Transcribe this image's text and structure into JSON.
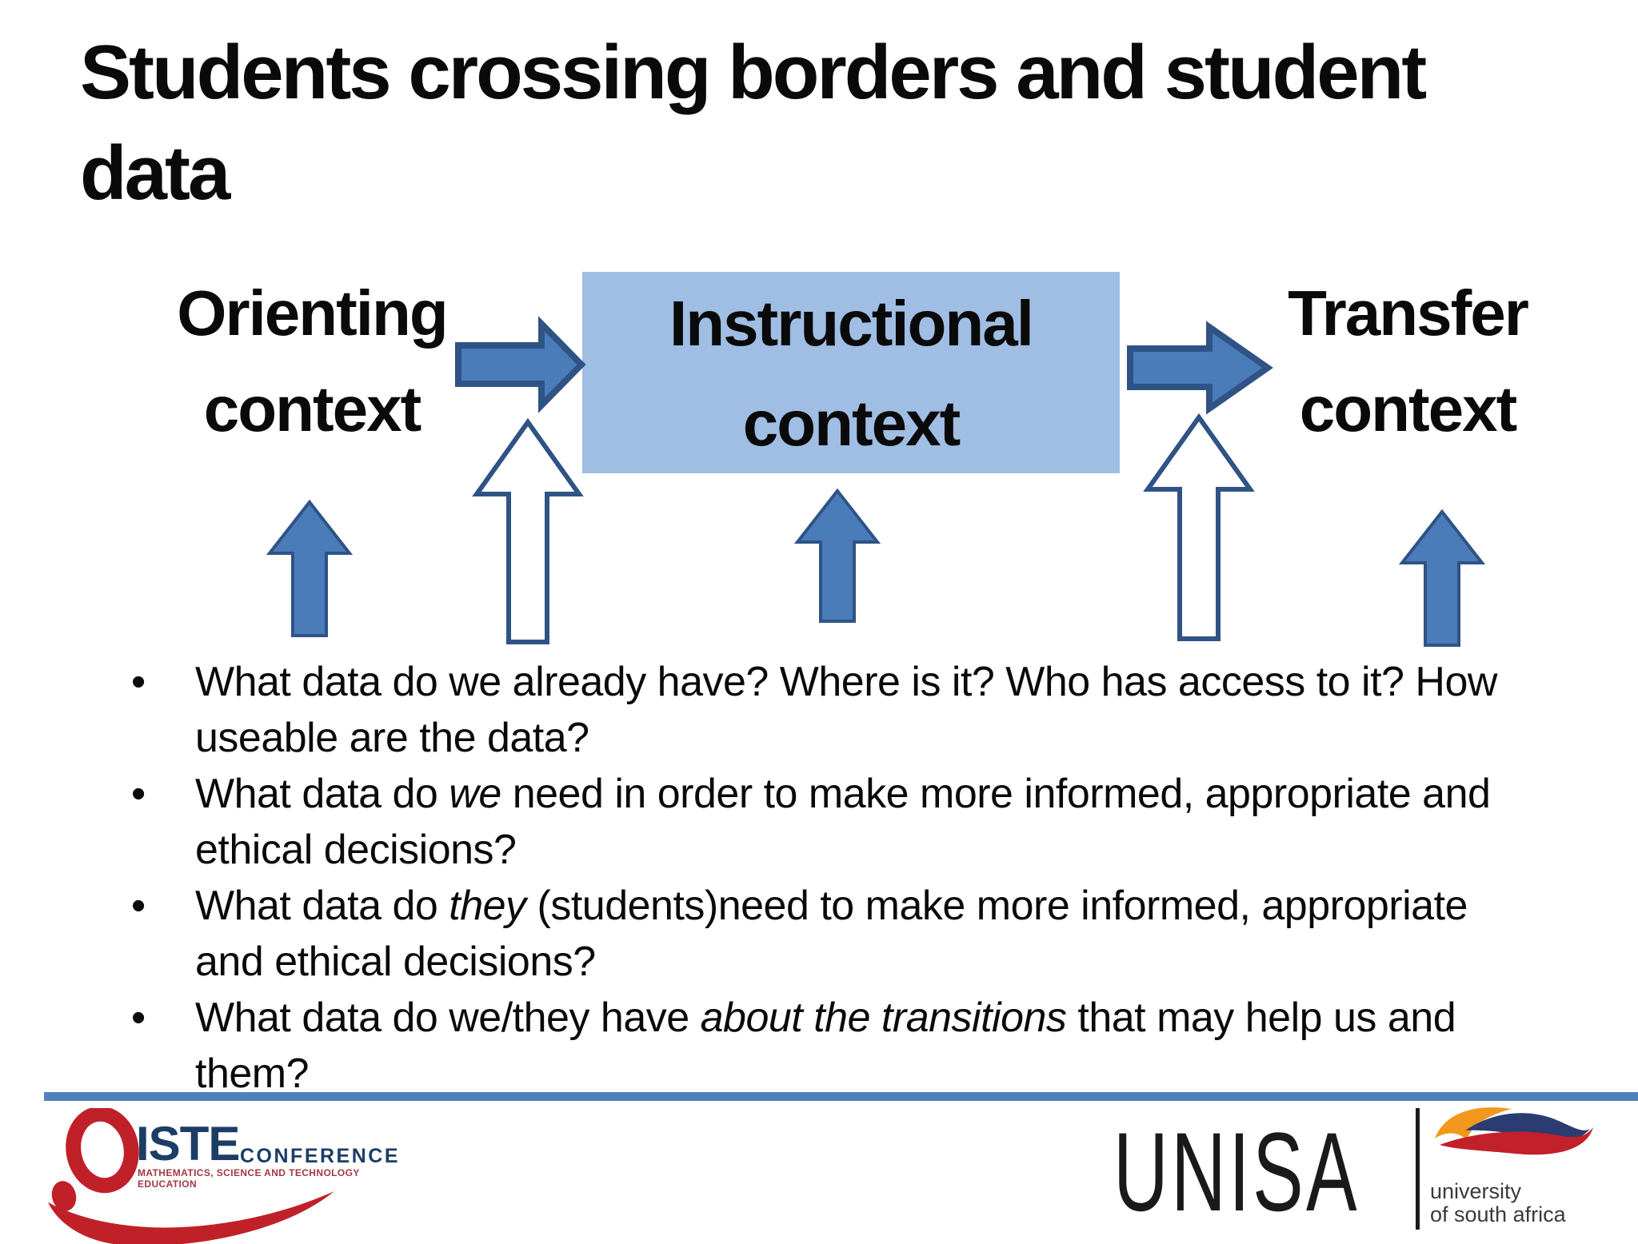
{
  "slide": {
    "title": {
      "lines": [
        "Students crossing borders and student",
        "data"
      ]
    },
    "diagram": {
      "nodes": [
        {
          "id": "orienting",
          "label": "Orienting context",
          "highlighted": false
        },
        {
          "id": "instructional",
          "label": "Instructional context",
          "highlighted": true
        },
        {
          "id": "transfer",
          "label": "Transfer context",
          "highlighted": false
        }
      ],
      "flow_arrows": [
        {
          "from": "orienting",
          "to": "instructional",
          "direction": "right"
        },
        {
          "from": "instructional",
          "to": "transfer",
          "direction": "right"
        }
      ],
      "up_arrows": [
        {
          "style": "solid",
          "under": "orienting"
        },
        {
          "style": "outlined",
          "under": "orienting-instructional gap"
        },
        {
          "style": "solid",
          "under": "instructional"
        },
        {
          "style": "outlined",
          "under": "instructional-transfer gap"
        },
        {
          "style": "solid",
          "under": "transfer"
        }
      ]
    },
    "bullet_marker": "•",
    "bullets": [
      {
        "pre": "What data do we already have? Where is it? Who has access to it? How useable are the data?",
        "italic": "",
        "post": ""
      },
      {
        "pre": "What data do ",
        "italic": "we",
        "post": " need in order to make more informed, appropriate and ethical decisions?"
      },
      {
        "pre": "What data do ",
        "italic": "they",
        "post": " (students)need to make more informed, appropriate and ethical decisions?"
      },
      {
        "pre": "What data do we/they have ",
        "italic": "about the transitions",
        "post": " that may help us and them?"
      }
    ],
    "footer": {
      "iste": {
        "acronym": "ISTE",
        "word": "CONFERENCE",
        "tagline": "MATHEMATICS, SCIENCE AND TECHNOLOGY EDUCATION"
      },
      "unisa": {
        "wordmark": "UNISA",
        "descriptor_line1": "university",
        "descriptor_line2": "of south africa"
      }
    },
    "colors": {
      "arrow_fill": "#4a7cba",
      "arrow_border": "#2f5385",
      "outlined_arrow_fill": "#ffffff",
      "box_fill": "#a0bee4",
      "divider": "#4f81bd",
      "iste_red": "#c02128",
      "iste_navy": "#1c3d66",
      "unisa_orange": "#f2981c",
      "unisa_navy": "#2b3c72",
      "unisa_red": "#c2202a"
    }
  }
}
